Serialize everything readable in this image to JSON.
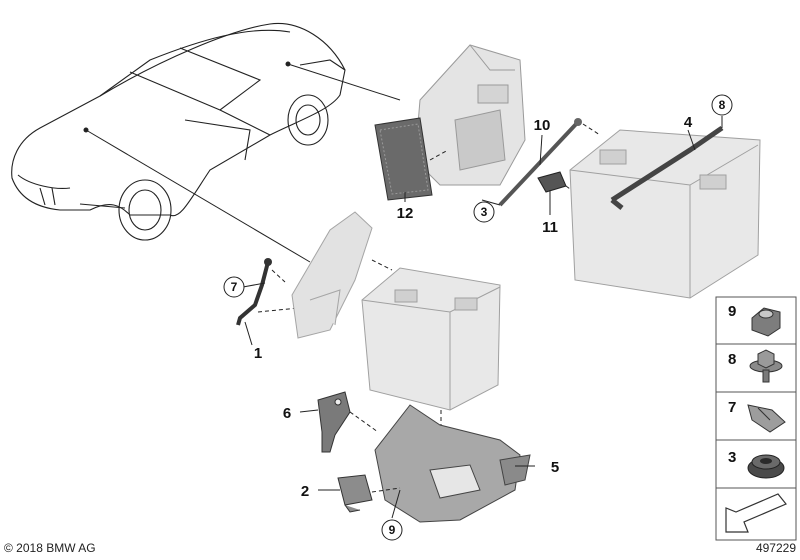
{
  "diagram": {
    "callouts": [
      {
        "id": "part-1",
        "label": "1"
      },
      {
        "id": "part-2",
        "label": "2"
      },
      {
        "id": "part-4",
        "label": "4"
      },
      {
        "id": "part-5",
        "label": "5"
      },
      {
        "id": "part-6",
        "label": "6"
      },
      {
        "id": "part-10",
        "label": "10"
      },
      {
        "id": "part-11",
        "label": "11"
      },
      {
        "id": "part-12",
        "label": "12"
      }
    ],
    "circled_callouts": [
      {
        "id": "part-3",
        "label": "3"
      },
      {
        "id": "part-7",
        "label": "7"
      },
      {
        "id": "part-8",
        "label": "8"
      },
      {
        "id": "part-9",
        "label": "9"
      }
    ],
    "legend": [
      {
        "label": "9",
        "part": "nut"
      },
      {
        "label": "8",
        "part": "screw"
      },
      {
        "label": "7",
        "part": "clip"
      },
      {
        "label": "3",
        "part": "grommet"
      }
    ]
  },
  "footer": {
    "copyright": "© 2018 BMW AG",
    "image_number": "497229"
  }
}
